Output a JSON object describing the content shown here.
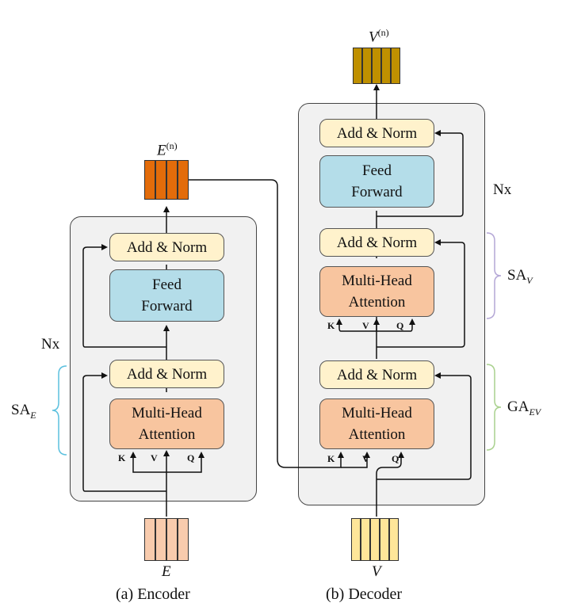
{
  "encoder": {
    "caption": "(a) Encoder",
    "input_label": "E",
    "output_label_base": "E",
    "output_label_sup": "(n)",
    "add_norm_1": "Add & Norm",
    "add_norm_2": "Add & Norm",
    "feed_forward": "Feed\nForward",
    "multi_head": "Multi-Head\nAttention",
    "repeat": "Nx",
    "brace_base": "SA",
    "brace_sub": "E",
    "k": "K",
    "v": "V",
    "q": "Q"
  },
  "decoder": {
    "caption": "(b) Decoder",
    "input_label": "V",
    "output_label_base": "V",
    "output_label_sup": "(n)",
    "add_norm_top": "Add & Norm",
    "feed_forward": "Feed\nForward",
    "add_norm_mid": "Add & Norm",
    "multi_head_mid": "Multi-Head\nAttention",
    "add_norm_low": "Add & Norm",
    "multi_head_low": "Multi-Head\nAttention",
    "repeat": "Nx",
    "brace_mid_base": "SA",
    "brace_mid_sub": "V",
    "brace_low_base": "GA",
    "brace_low_sub": "EV",
    "k": "K",
    "v": "V",
    "q": "Q"
  },
  "colors": {
    "encoder_output": "#e36c0a",
    "encoder_input": "#f8cbad",
    "decoder_output": "#bf9000",
    "decoder_input": "#ffe699",
    "add_norm": "#fff2cc",
    "feed_forward": "#b4dde9",
    "attention": "#f8c59f",
    "brace_encoder": "#5bc0de",
    "brace_sa_v": "#b4a7d6",
    "brace_ga_ev": "#a9d18e"
  }
}
